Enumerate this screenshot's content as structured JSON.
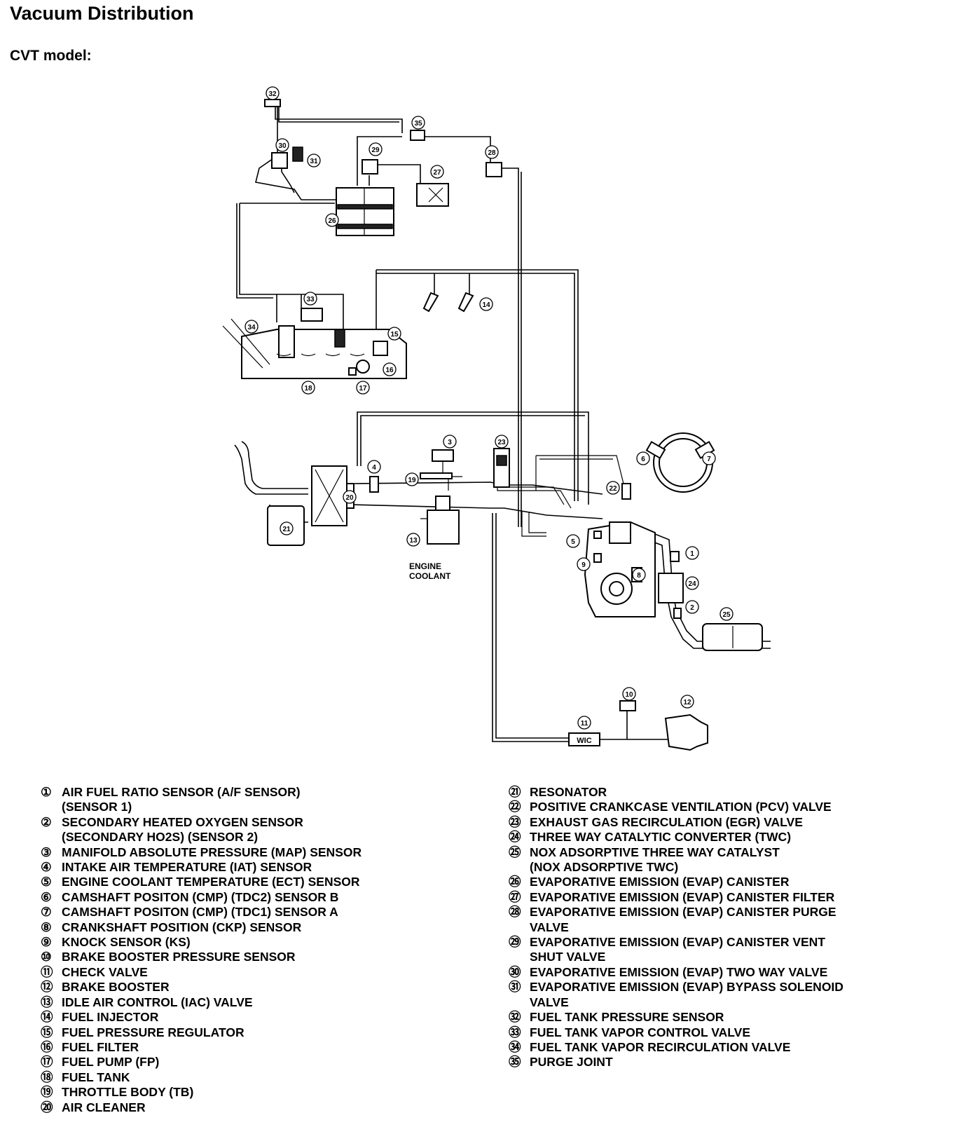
{
  "title": "Vacuum Distribution",
  "subtitle": "CVT model:",
  "diagram": {
    "callouts": [
      {
        "id": "c1",
        "label": "1"
      },
      {
        "id": "c2",
        "label": "2"
      },
      {
        "id": "c3",
        "label": "3"
      },
      {
        "id": "c4",
        "label": "4"
      },
      {
        "id": "c5",
        "label": "5"
      },
      {
        "id": "c6",
        "label": "6"
      },
      {
        "id": "c7",
        "label": "7"
      },
      {
        "id": "c8",
        "label": "8"
      },
      {
        "id": "c9",
        "label": "9"
      },
      {
        "id": "c10",
        "label": "10"
      },
      {
        "id": "c11",
        "label": "11"
      },
      {
        "id": "c12",
        "label": "12"
      },
      {
        "id": "c13",
        "label": "13"
      },
      {
        "id": "c14",
        "label": "14"
      },
      {
        "id": "c15",
        "label": "15"
      },
      {
        "id": "c16",
        "label": "16"
      },
      {
        "id": "c17",
        "label": "17"
      },
      {
        "id": "c18",
        "label": "18"
      },
      {
        "id": "c19",
        "label": "19"
      },
      {
        "id": "c20",
        "label": "20"
      },
      {
        "id": "c21",
        "label": "21"
      },
      {
        "id": "c22",
        "label": "22"
      },
      {
        "id": "c23",
        "label": "23"
      },
      {
        "id": "c24",
        "label": "24"
      },
      {
        "id": "c25",
        "label": "25"
      },
      {
        "id": "c26",
        "label": "26"
      },
      {
        "id": "c27",
        "label": "27"
      },
      {
        "id": "c28",
        "label": "28"
      },
      {
        "id": "c29",
        "label": "29"
      },
      {
        "id": "c30",
        "label": "30"
      },
      {
        "id": "c31",
        "label": "31"
      },
      {
        "id": "c32",
        "label": "32"
      },
      {
        "id": "c33",
        "label": "33"
      },
      {
        "id": "c34",
        "label": "34"
      },
      {
        "id": "c35",
        "label": "35"
      }
    ],
    "coolant_line1": "ENGINE",
    "coolant_line2": "COOLANT",
    "valve_label": "WIC"
  },
  "legend_left": [
    {
      "num": "①",
      "text": "AIR FUEL RATIO SENSOR (A/F SENSOR)\n(SENSOR 1)"
    },
    {
      "num": "②",
      "text": "SECONDARY HEATED OXYGEN SENSOR\n(SECONDARY HO2S) (SENSOR 2)"
    },
    {
      "num": "③",
      "text": "MANIFOLD ABSOLUTE PRESSURE (MAP) SENSOR"
    },
    {
      "num": "④",
      "text": "INTAKE AIR TEMPERATURE (IAT) SENSOR"
    },
    {
      "num": "⑤",
      "text": "ENGINE COOLANT TEMPERATURE (ECT) SENSOR"
    },
    {
      "num": "⑥",
      "text": "CAMSHAFT POSITON (CMP) (TDC2) SENSOR B"
    },
    {
      "num": "⑦",
      "text": "CAMSHAFT POSITON (CMP) (TDC1) SENSOR A"
    },
    {
      "num": "⑧",
      "text": "CRANKSHAFT POSITION (CKP) SENSOR"
    },
    {
      "num": "⑨",
      "text": "KNOCK SENSOR (KS)"
    },
    {
      "num": "⑩",
      "text": "BRAKE BOOSTER PRESSURE SENSOR"
    },
    {
      "num": "⑪",
      "text": "CHECK VALVE"
    },
    {
      "num": "⑫",
      "text": "BRAKE BOOSTER"
    },
    {
      "num": "⑬",
      "text": "IDLE AIR CONTROL (IAC) VALVE"
    },
    {
      "num": "⑭",
      "text": "FUEL INJECTOR"
    },
    {
      "num": "⑮",
      "text": "FUEL PRESSURE REGULATOR"
    },
    {
      "num": "⑯",
      "text": "FUEL FILTER"
    },
    {
      "num": "⑰",
      "text": "FUEL PUMP (FP)"
    },
    {
      "num": "⑱",
      "text": "FUEL TANK"
    },
    {
      "num": "⑲",
      "text": "THROTTLE BODY (TB)"
    },
    {
      "num": "⑳",
      "text": "AIR CLEANER"
    }
  ],
  "legend_right": [
    {
      "num": "㉑",
      "text": "RESONATOR"
    },
    {
      "num": "㉒",
      "text": "POSITIVE CRANKCASE VENTILATION (PCV) VALVE"
    },
    {
      "num": "㉓",
      "text": "EXHAUST GAS RECIRCULATION (EGR) VALVE"
    },
    {
      "num": "㉔",
      "text": "THREE WAY CATALYTIC CONVERTER (TWC)"
    },
    {
      "num": "㉕",
      "text": "NOX ADSORPTIVE THREE WAY CATALYST\n(NOX ADSORPTIVE TWC)"
    },
    {
      "num": "㉖",
      "text": "EVAPORATIVE EMISSION (EVAP) CANISTER"
    },
    {
      "num": "㉗",
      "text": "EVAPORATIVE EMISSION (EVAP) CANISTER FILTER"
    },
    {
      "num": "㉘",
      "text": "EVAPORATIVE EMISSION (EVAP) CANISTER PURGE\nVALVE"
    },
    {
      "num": "㉙",
      "text": "EVAPORATIVE EMISSION (EVAP) CANISTER VENT\nSHUT VALVE"
    },
    {
      "num": "㉚",
      "text": "EVAPORATIVE EMISSION (EVAP) TWO WAY VALVE"
    },
    {
      "num": "㉛",
      "text": "EVAPORATIVE EMISSION (EVAP) BYPASS SOLENOID\nVALVE"
    },
    {
      "num": "㉜",
      "text": "FUEL TANK PRESSURE SENSOR"
    },
    {
      "num": "㉝",
      "text": "FUEL TANK VAPOR CONTROL VALVE"
    },
    {
      "num": "㉞",
      "text": "FUEL TANK VAPOR RECIRCULATION VALVE"
    },
    {
      "num": "㉟",
      "text": "PURGE JOINT"
    }
  ]
}
